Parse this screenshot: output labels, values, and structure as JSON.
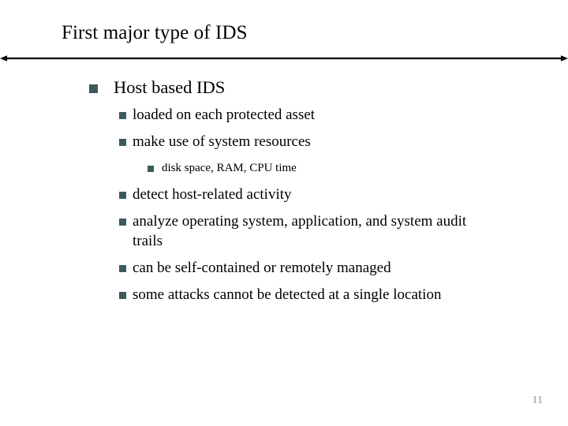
{
  "slide": {
    "title": "First major type of IDS",
    "page_number": "11",
    "background_color": "#ffffff",
    "title_color": "#000000",
    "bullet_color": "#3c5a5c",
    "page_number_color": "#8c9aa0"
  },
  "divider": {
    "name": "double-headed-arrow",
    "color": "#000000"
  },
  "outline": {
    "items": [
      {
        "level": 1,
        "text": "Host based IDS"
      },
      {
        "level": 2,
        "text": "loaded on each protected asset"
      },
      {
        "level": 2,
        "text": "make use of system resources"
      },
      {
        "level": 3,
        "text": "disk space, RAM, CPU time"
      },
      {
        "level": 2,
        "text": "detect host-related activity"
      },
      {
        "level": 2,
        "text": "analyze operating system, application, and system audit trails"
      },
      {
        "level": 2,
        "text": "can be self-contained or remotely managed"
      },
      {
        "level": 2,
        "text": "some attacks cannot be detected at a single location"
      }
    ]
  }
}
